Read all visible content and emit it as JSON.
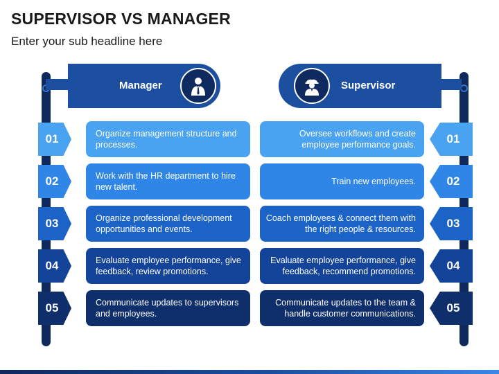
{
  "slide": {
    "title": "SUPERVISOR VS MANAGER",
    "subtitle": "Enter your sub headline here"
  },
  "manager": {
    "label": "Manager",
    "icon": "manager-icon",
    "items": [
      {
        "num": "01",
        "text": "Organize management structure and processes."
      },
      {
        "num": "02",
        "text": "Work with the HR department to hire new talent."
      },
      {
        "num": "03",
        "text": "Organize professional development opportunities and events."
      },
      {
        "num": "04",
        "text": "Evaluate employee performance, give feedback, review promotions."
      },
      {
        "num": "05",
        "text": "Communicate updates to supervisors and employees."
      }
    ]
  },
  "supervisor": {
    "label": "Supervisor",
    "icon": "supervisor-icon",
    "items": [
      {
        "num": "01",
        "text": "Oversee workflows and create employee performance goals."
      },
      {
        "num": "02",
        "text": "Train new employees."
      },
      {
        "num": "03",
        "text": "Coach employees & connect them with the right people & resources."
      },
      {
        "num": "04",
        "text": "Evaluate employee performance, give feedback, recommend promotions."
      },
      {
        "num": "05",
        "text": "Communicate updates to the team & handle customer communications."
      }
    ]
  },
  "colors": {
    "level1": "#4aa3f0",
    "level2": "#2f86e6",
    "level3": "#1c63c7",
    "level4": "#14449a",
    "level5": "#0e2f6b",
    "header": "#1c4fa0",
    "pole": "#10295c"
  }
}
